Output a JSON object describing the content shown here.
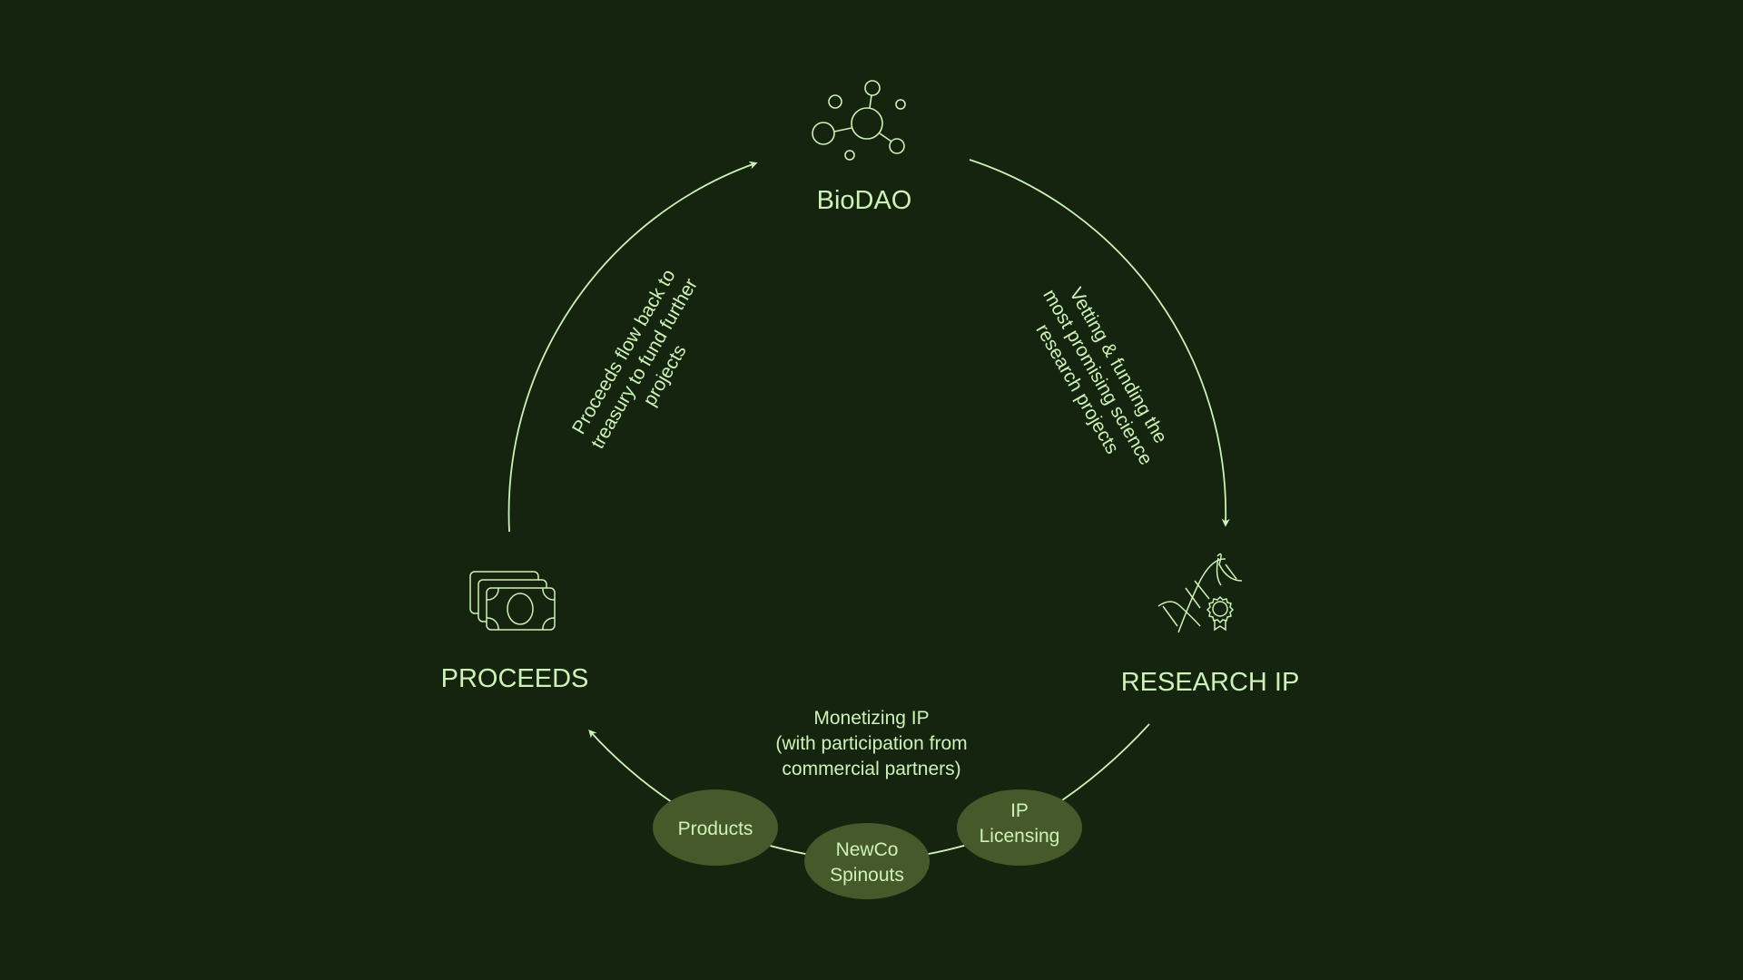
{
  "colors": {
    "background": "#14240f",
    "foreground": "#cdf2b6",
    "bubble": "#46592a"
  },
  "nodes": {
    "biodao": {
      "label": "BioDAO",
      "icon": "molecule-icon"
    },
    "research_ip": {
      "label": "RESEARCH IP",
      "icon": "dna-badge-icon"
    },
    "proceeds": {
      "label": "PROCEEDS",
      "icon": "money-bills-icon"
    }
  },
  "flows": {
    "biodao_to_research": {
      "lines": [
        "Vetting & funding the",
        "most promising science",
        "research projects"
      ]
    },
    "proceeds_to_biodao": {
      "lines": [
        "Proceeds flow back to",
        "treasury to fund further",
        "projects"
      ]
    },
    "research_to_proceeds": {
      "lines": [
        "Monetizing IP",
        "(with participation from",
        "commercial partners)"
      ]
    }
  },
  "monetization": [
    {
      "lines": [
        "Products"
      ]
    },
    {
      "lines": [
        "NewCo",
        "Spinouts"
      ]
    },
    {
      "lines": [
        "IP",
        "Licensing"
      ]
    }
  ]
}
